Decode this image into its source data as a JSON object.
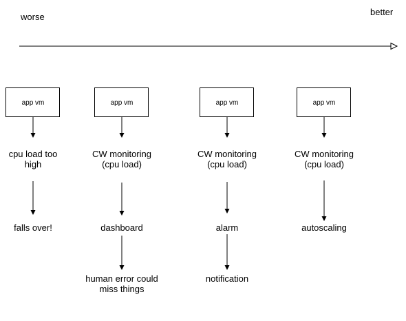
{
  "scale": {
    "left_label": "worse",
    "right_label": "better"
  },
  "box_label": "app vm",
  "columns": [
    {
      "steps": [
        [
          "cpu load too",
          "high"
        ],
        [
          "falls over!"
        ]
      ]
    },
    {
      "steps": [
        [
          "CW monitoring",
          "(cpu load)"
        ],
        [
          "dashboard"
        ],
        [
          "human error could",
          "miss things"
        ]
      ]
    },
    {
      "steps": [
        [
          "CW monitoring",
          "(cpu load)"
        ],
        [
          "alarm"
        ],
        [
          "notification"
        ]
      ]
    },
    {
      "steps": [
        [
          "CW monitoring",
          "(cpu load)"
        ],
        [
          "autoscaling"
        ]
      ]
    }
  ]
}
